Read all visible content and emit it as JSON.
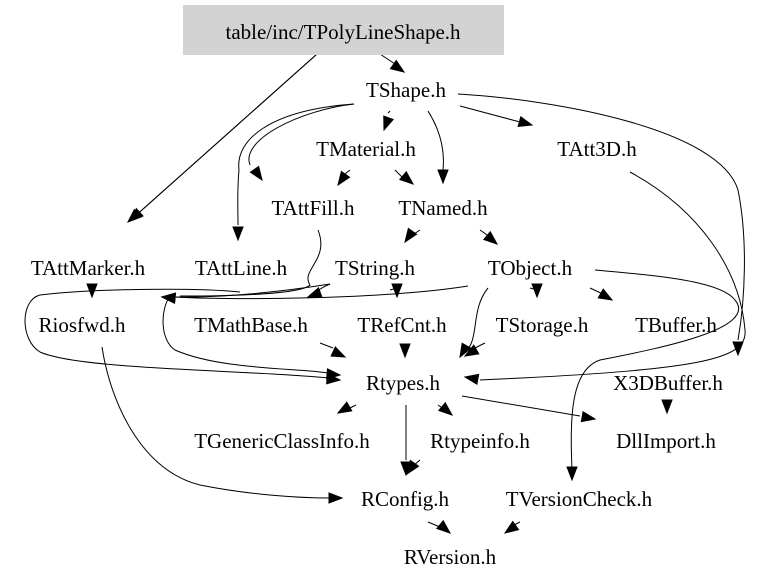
{
  "graph": {
    "root": "table/inc/TPolyLineShape.h",
    "root_fill": "#d3d3d3",
    "nodes": [
      {
        "id": "root",
        "label": "table/inc/TPolyLineShape.h"
      },
      {
        "id": "tshape",
        "label": "TShape.h"
      },
      {
        "id": "tmaterial",
        "label": "TMaterial.h"
      },
      {
        "id": "tatt3d",
        "label": "TAtt3D.h"
      },
      {
        "id": "tattfill",
        "label": "TAttFill.h"
      },
      {
        "id": "tnamed",
        "label": "TNamed.h"
      },
      {
        "id": "tattmarker",
        "label": "TAttMarker.h"
      },
      {
        "id": "tattline",
        "label": "TAttLine.h"
      },
      {
        "id": "tstring",
        "label": "TString.h"
      },
      {
        "id": "tobject",
        "label": "TObject.h"
      },
      {
        "id": "riosfwd",
        "label": "Riosfwd.h"
      },
      {
        "id": "tmathbase",
        "label": "TMathBase.h"
      },
      {
        "id": "trefcnt",
        "label": "TRefCnt.h"
      },
      {
        "id": "tstorage",
        "label": "TStorage.h"
      },
      {
        "id": "tbuffer",
        "label": "TBuffer.h"
      },
      {
        "id": "rtypes",
        "label": "Rtypes.h"
      },
      {
        "id": "x3dbuffer",
        "label": "X3DBuffer.h"
      },
      {
        "id": "tgenericclassinfo",
        "label": "TGenericClassInfo.h"
      },
      {
        "id": "rtypeinfo",
        "label": "Rtypeinfo.h"
      },
      {
        "id": "dllimport",
        "label": "DllImport.h"
      },
      {
        "id": "rconfig",
        "label": "RConfig.h"
      },
      {
        "id": "tversioncheck",
        "label": "TVersionCheck.h"
      },
      {
        "id": "rversion",
        "label": "RVersion.h"
      }
    ],
    "edges": [
      [
        "root",
        "tshape"
      ],
      [
        "root",
        "tattmarker"
      ],
      [
        "tshape",
        "tmaterial"
      ],
      [
        "tshape",
        "tnamed"
      ],
      [
        "tshape",
        "tatt3d"
      ],
      [
        "tshape",
        "tattfill"
      ],
      [
        "tshape",
        "tattline"
      ],
      [
        "tshape",
        "x3dbuffer"
      ],
      [
        "tmaterial",
        "tattfill"
      ],
      [
        "tmaterial",
        "tnamed"
      ],
      [
        "tnamed",
        "tstring"
      ],
      [
        "tnamed",
        "tobject"
      ],
      [
        "tatt3d",
        "rtypes"
      ],
      [
        "tattfill",
        "riosfwd"
      ],
      [
        "tattmarker",
        "riosfwd"
      ],
      [
        "tattmarker",
        "rtypes"
      ],
      [
        "tattline",
        "riosfwd"
      ],
      [
        "tattline",
        "rtypes"
      ],
      [
        "tstring",
        "trefcnt"
      ],
      [
        "tstring",
        "riosfwd"
      ],
      [
        "tstring",
        "tmathbase"
      ],
      [
        "tobject",
        "riosfwd"
      ],
      [
        "tobject",
        "tstorage"
      ],
      [
        "tobject",
        "tbuffer"
      ],
      [
        "tobject",
        "rtypes"
      ],
      [
        "tobject",
        "tversioncheck"
      ],
      [
        "tmathbase",
        "rtypes"
      ],
      [
        "trefcnt",
        "rtypes"
      ],
      [
        "tstorage",
        "rtypes"
      ],
      [
        "riosfwd",
        "rconfig"
      ],
      [
        "rtypes",
        "tgenericclassinfo"
      ],
      [
        "rtypes",
        "rtypeinfo"
      ],
      [
        "rtypes",
        "rconfig"
      ],
      [
        "rtypes",
        "dllimport"
      ],
      [
        "x3dbuffer",
        "dllimport"
      ],
      [
        "rtypeinfo",
        "rconfig"
      ],
      [
        "rconfig",
        "rversion"
      ],
      [
        "tversioncheck",
        "rversion"
      ]
    ]
  }
}
